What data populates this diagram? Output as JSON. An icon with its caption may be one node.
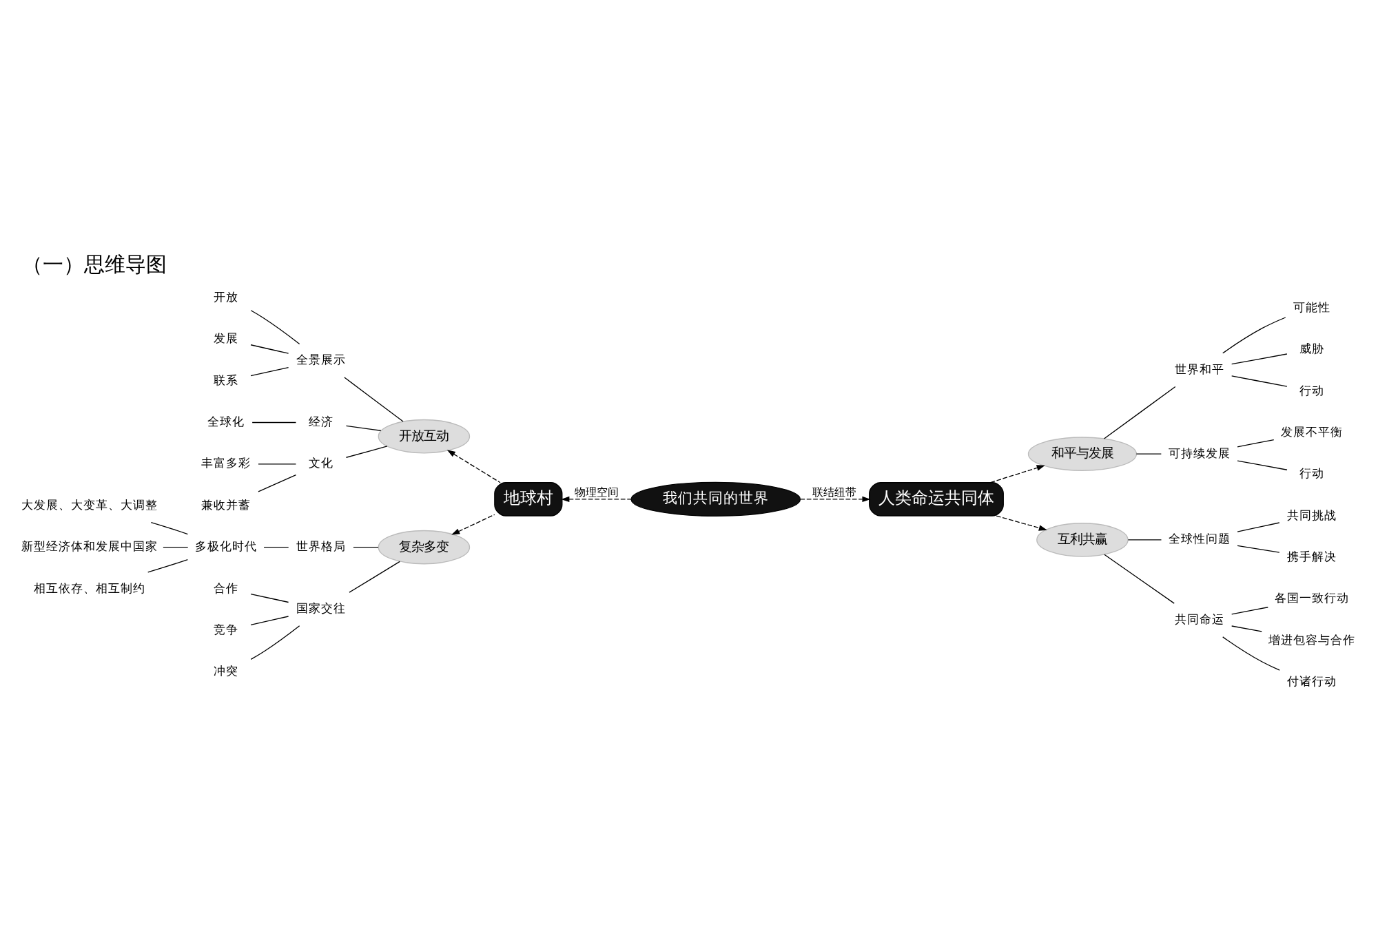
{
  "diagram": {
    "title": "（一）思维导图",
    "nodes": [
      {
        "text": [
          "我们共同的世界"
        ]
      },
      {
        "text": [
          "地球村"
        ]
      },
      {
        "text": [
          "人类命运共同体"
        ]
      },
      {
        "text": [
          "开放互动"
        ]
      },
      {
        "text": [
          "复杂多变"
        ]
      },
      {
        "text": [
          "和平与发展"
        ]
      },
      {
        "text": [
          "互利共赢"
        ]
      },
      {
        "text": [
          "全景展示"
        ]
      },
      {
        "text": [
          "开放"
        ]
      },
      {
        "text": [
          "发展"
        ]
      },
      {
        "text": [
          "联系"
        ]
      },
      {
        "text": [
          "经济"
        ]
      },
      {
        "text": [
          "全球化"
        ]
      },
      {
        "text": [
          "文化"
        ]
      },
      {
        "text": [
          "丰富多彩"
        ]
      },
      {
        "text": [
          "兼收并蓄"
        ]
      },
      {
        "text": [
          "世界格局"
        ]
      },
      {
        "text": [
          "多极化时代"
        ]
      },
      {
        "text": [
          "大发展、大变革、大调整"
        ]
      },
      {
        "text": [
          "新型经济体和发展中国家"
        ]
      },
      {
        "text": [
          "相互依存、相互制约"
        ]
      },
      {
        "text": [
          "国家交往"
        ]
      },
      {
        "text": [
          "合作"
        ]
      },
      {
        "text": [
          "竞争"
        ]
      },
      {
        "text": [
          "冲突"
        ]
      },
      {
        "text": [
          "世界和平"
        ]
      },
      {
        "text": [
          "可能性"
        ]
      },
      {
        "text": [
          "威胁"
        ]
      },
      {
        "text": [
          "行动"
        ]
      },
      {
        "text": [
          "可持续发展"
        ]
      },
      {
        "text": [
          "发展不平衡"
        ]
      },
      {
        "text": [
          "行动"
        ]
      },
      {
        "text": [
          "全球性问题"
        ]
      },
      {
        "text": [
          "共同挑战"
        ]
      },
      {
        "text": [
          "携手解决"
        ]
      },
      {
        "text": [
          "共同命运"
        ]
      },
      {
        "text": [
          "各国一致行动"
        ]
      },
      {
        "text": [
          "增进包容与合作"
        ]
      },
      {
        "text": [
          "付诸行动"
        ]
      }
    ],
    "edges": [
      {
        "from": 0,
        "to": 1,
        "arrow": "to",
        "label": "物理空间",
        "style": "dashed"
      },
      {
        "from": 0,
        "to": 2,
        "arrow": "to",
        "label": "联结纽带",
        "style": "dashed"
      },
      {
        "from": 1,
        "to": 3,
        "arrow": "to",
        "style": "dashed"
      },
      {
        "from": 1,
        "to": 4,
        "arrow": "to",
        "style": "dashed"
      },
      {
        "from": 2,
        "to": 5,
        "arrow": "to",
        "style": "dashed"
      },
      {
        "from": 2,
        "to": 6,
        "arrow": "to",
        "style": "dashed"
      },
      {
        "from": 3,
        "to": 7,
        "arrow": "none"
      },
      {
        "from": 7,
        "to": 8,
        "arrow": "none"
      },
      {
        "from": 7,
        "to": 9,
        "arrow": "none"
      },
      {
        "from": 7,
        "to": 10,
        "arrow": "none"
      },
      {
        "from": 3,
        "to": 11,
        "arrow": "none"
      },
      {
        "from": 11,
        "to": 12,
        "arrow": "none"
      },
      {
        "from": 3,
        "to": 13,
        "arrow": "none"
      },
      {
        "from": 13,
        "to": 14,
        "arrow": "none"
      },
      {
        "from": 13,
        "to": 15,
        "arrow": "none"
      },
      {
        "from": 4,
        "to": 16,
        "arrow": "none"
      },
      {
        "from": 16,
        "to": 17,
        "arrow": "none"
      },
      {
        "from": 17,
        "to": 18,
        "arrow": "none"
      },
      {
        "from": 17,
        "to": 19,
        "arrow": "none"
      },
      {
        "from": 17,
        "to": 20,
        "arrow": "none"
      },
      {
        "from": 4,
        "to": 21,
        "arrow": "none"
      },
      {
        "from": 21,
        "to": 22,
        "arrow": "none"
      },
      {
        "from": 21,
        "to": 23,
        "arrow": "none"
      },
      {
        "from": 21,
        "to": 24,
        "arrow": "none"
      },
      {
        "from": 5,
        "to": 25,
        "arrow": "none"
      },
      {
        "from": 25,
        "to": 26,
        "arrow": "none"
      },
      {
        "from": 25,
        "to": 27,
        "arrow": "none"
      },
      {
        "from": 25,
        "to": 28,
        "arrow": "none"
      },
      {
        "from": 5,
        "to": 29,
        "arrow": "none"
      },
      {
        "from": 29,
        "to": 30,
        "arrow": "none"
      },
      {
        "from": 29,
        "to": 31,
        "arrow": "none"
      },
      {
        "from": 6,
        "to": 32,
        "arrow": "none"
      },
      {
        "from": 32,
        "to": 33,
        "arrow": "none"
      },
      {
        "from": 32,
        "to": 34,
        "arrow": "none"
      },
      {
        "from": 6,
        "to": 35,
        "arrow": "none"
      },
      {
        "from": 35,
        "to": 36,
        "arrow": "none"
      },
      {
        "from": 35,
        "to": 37,
        "arrow": "none"
      },
      {
        "from": 35,
        "to": 38,
        "arrow": "none"
      }
    ]
  }
}
